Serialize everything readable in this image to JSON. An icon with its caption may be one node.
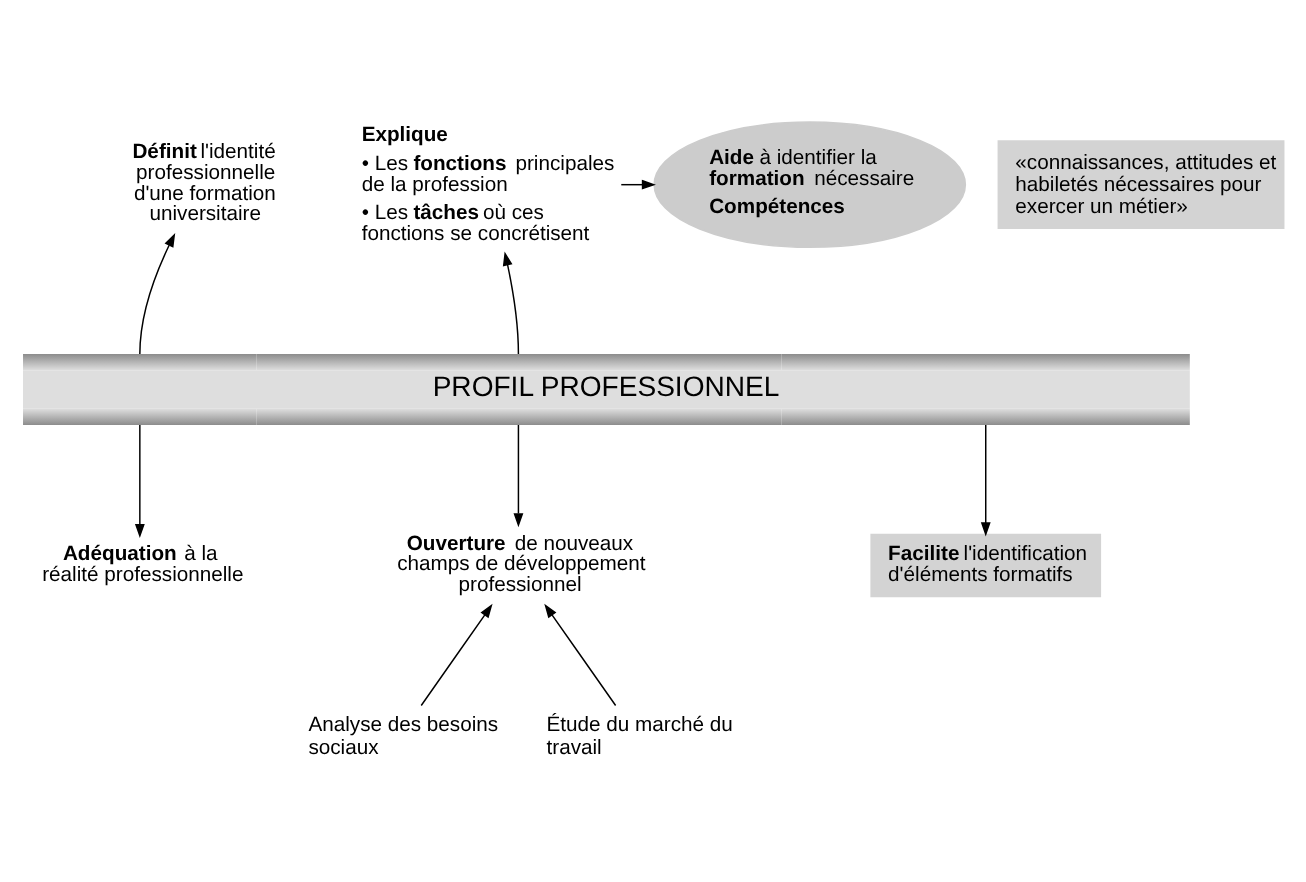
{
  "diagram": {
    "nodes": [
      {
        "text": [
          "**Définit** l'identité professionnelle d'une formation universitaire"
        ]
      },
      {
        "text": [
          "Explique",
          "• Les **fonctions** principales de la profession",
          "• Les **tâches** où ces fonctions se concrétisent"
        ]
      },
      {
        "text": [
          "**Aide** à identifier la **formation** nécessaire",
          "Compétences"
        ]
      },
      {
        "text": [
          "«connaissances, attitudes et habiletés nécessaires pour exercer un métier»"
        ]
      },
      {
        "text": [
          "PROFIL PROFESSIONNEL"
        ]
      },
      {
        "text": [
          "**Adéquation** à la réalité professionnelle"
        ]
      },
      {
        "text": [
          "**Ouverture** de nouveaux champs de développement professionnel"
        ]
      },
      {
        "text": [
          "**Facilite** l'identification d'éléments formatifs"
        ]
      },
      {
        "text": [
          "Analyse des besoins sociaux"
        ]
      },
      {
        "text": [
          "Étude du marché du travail"
        ]
      }
    ],
    "edges": [
      {
        "from": 4,
        "to": 0,
        "arrow": "to"
      },
      {
        "from": 4,
        "to": 1,
        "arrow": "to"
      },
      {
        "from": 1,
        "to": 2,
        "arrow": "to"
      },
      {
        "from": 4,
        "to": 5,
        "arrow": "to"
      },
      {
        "from": 4,
        "to": 6,
        "arrow": "to"
      },
      {
        "from": 4,
        "to": 7,
        "arrow": "to"
      },
      {
        "from": 8,
        "to": 6,
        "arrow": "to"
      },
      {
        "from": 9,
        "to": 6,
        "arrow": "to"
      }
    ]
  }
}
